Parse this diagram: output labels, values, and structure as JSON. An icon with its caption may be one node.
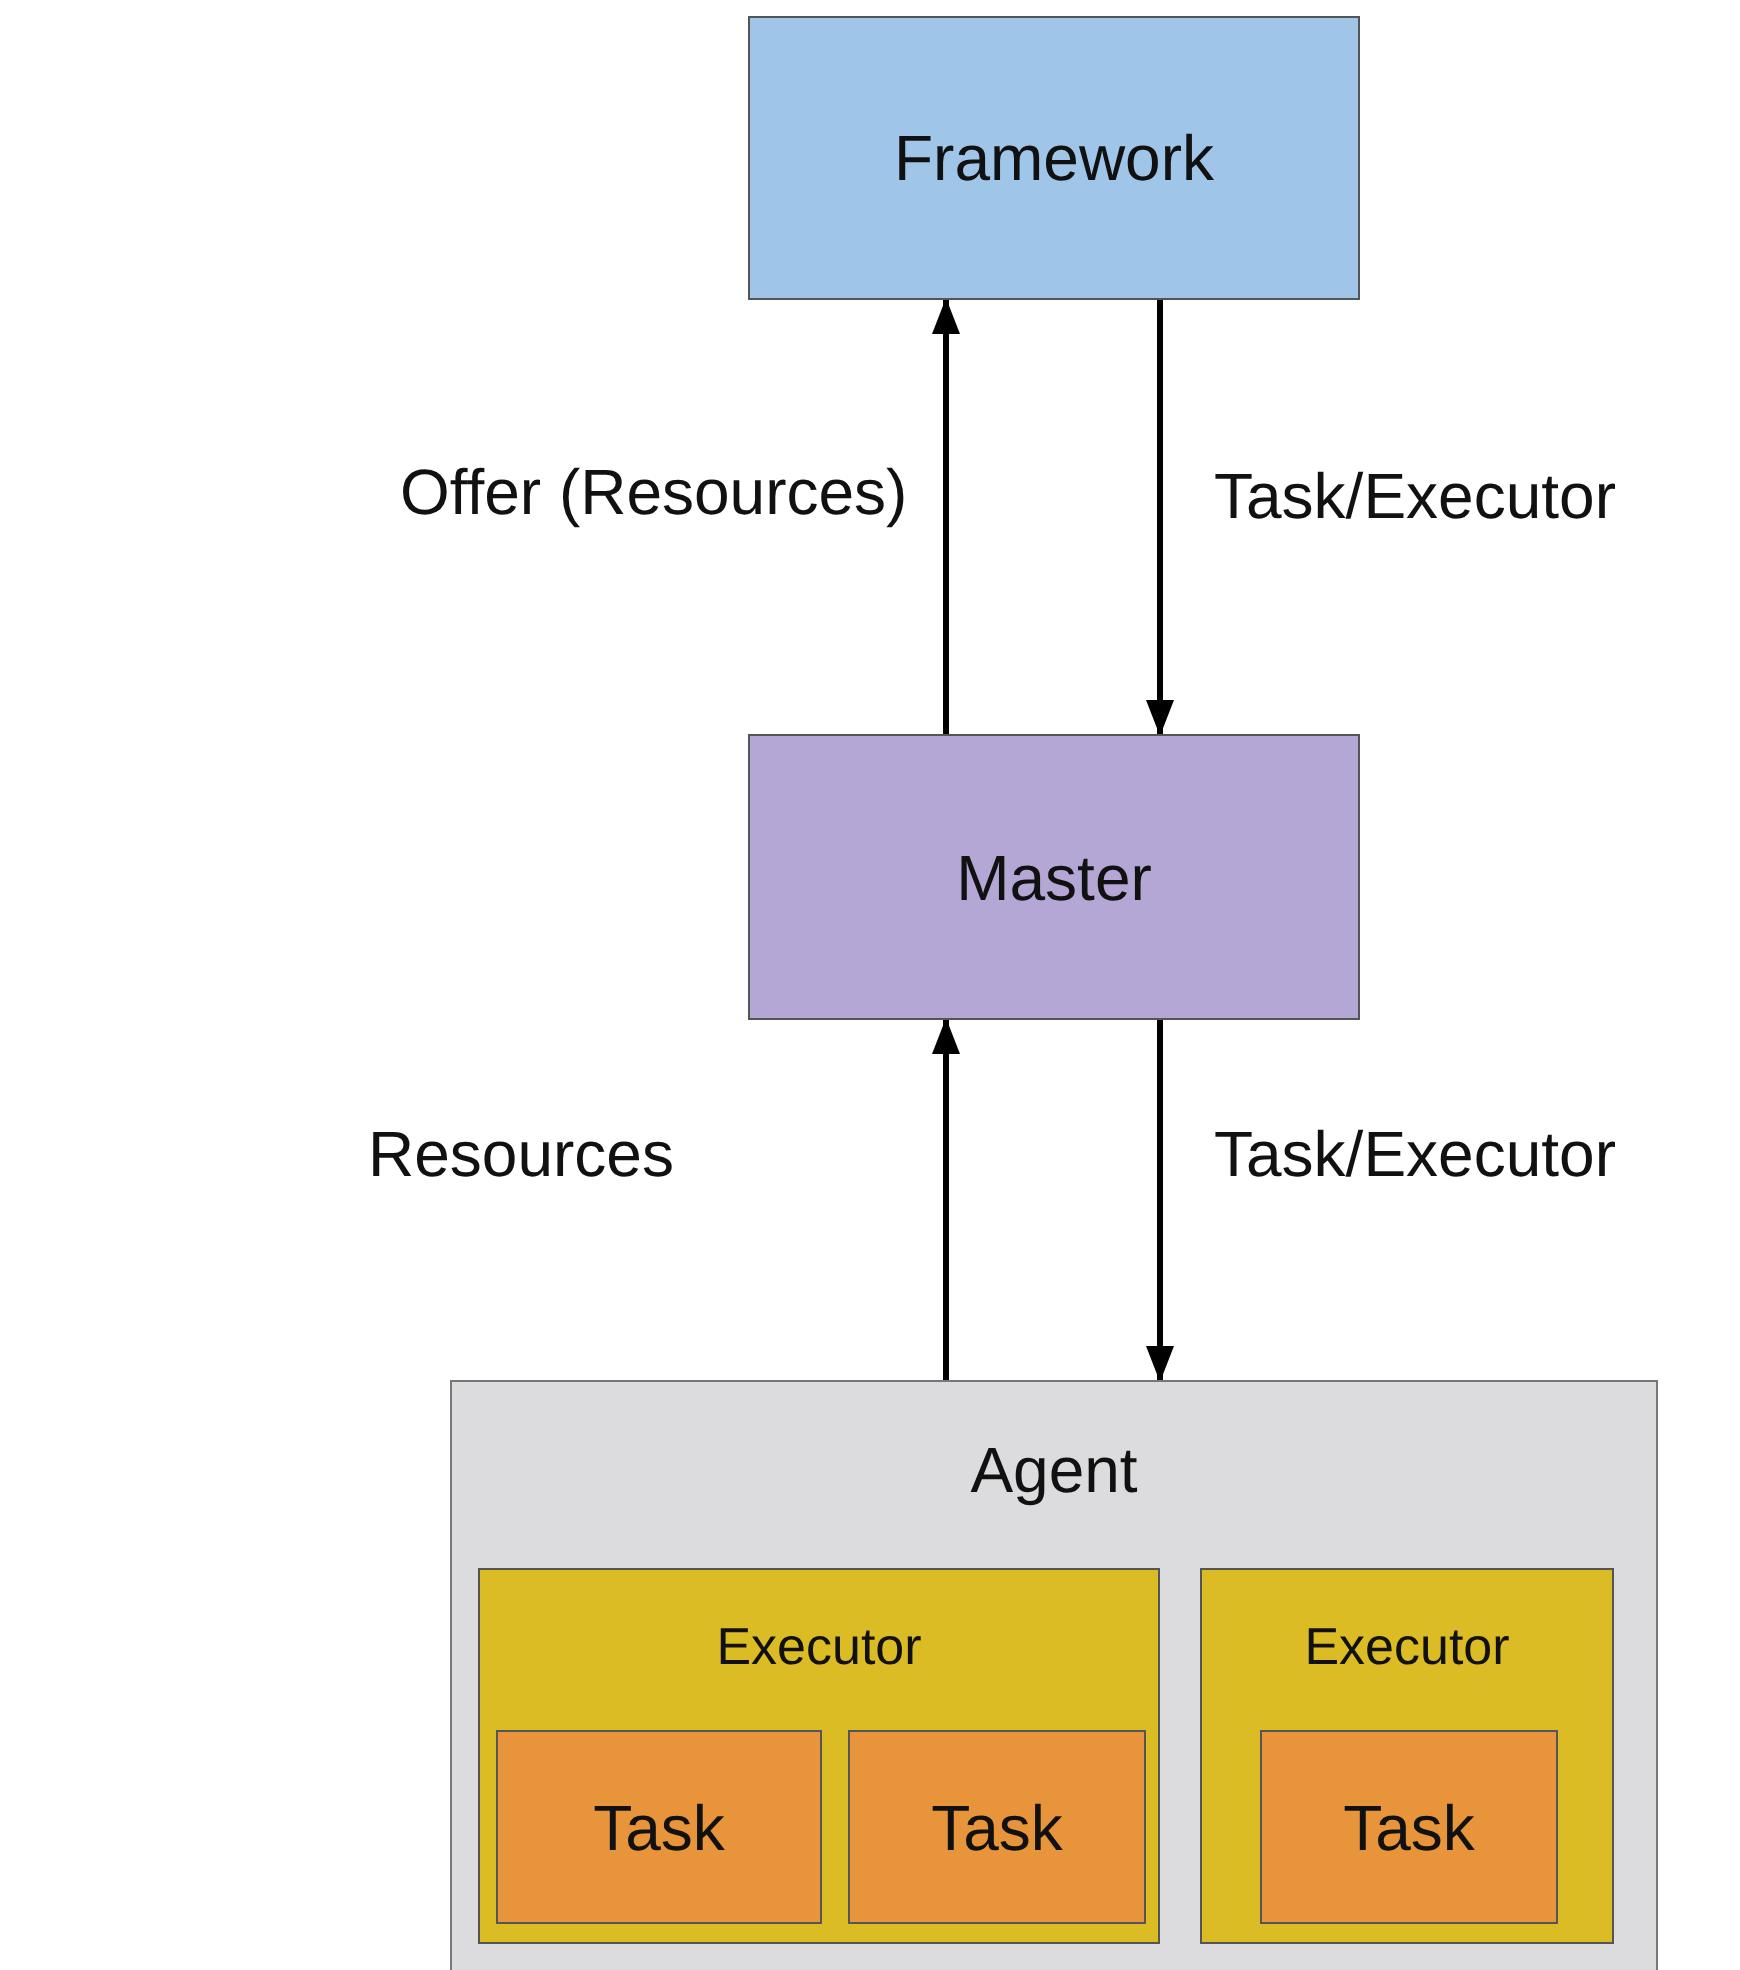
{
  "diagram": {
    "nodes": [
      {
        "text": [
          "Framework"
        ]
      },
      {
        "text": [
          "Master"
        ]
      },
      {
        "text": [
          "Agent"
        ]
      },
      {
        "text": [
          "Executor"
        ],
        "in": 2
      },
      {
        "text": [
          "Task"
        ],
        "in": 3
      },
      {
        "text": [
          "Task"
        ],
        "in": 3
      },
      {
        "text": [
          "Executor"
        ],
        "in": 2
      },
      {
        "text": [
          "Task"
        ],
        "in": 6
      }
    ],
    "edges": [
      {
        "from": 1,
        "to": 0,
        "arrow": "to",
        "label": "Offer (Resources)"
      },
      {
        "from": 0,
        "to": 1,
        "arrow": "to",
        "label": "Task/Executor"
      },
      {
        "from": 2,
        "to": 1,
        "arrow": "to",
        "label": "Resources"
      },
      {
        "from": 1,
        "to": 2,
        "arrow": "to",
        "label": "Task/Executor"
      }
    ]
  }
}
